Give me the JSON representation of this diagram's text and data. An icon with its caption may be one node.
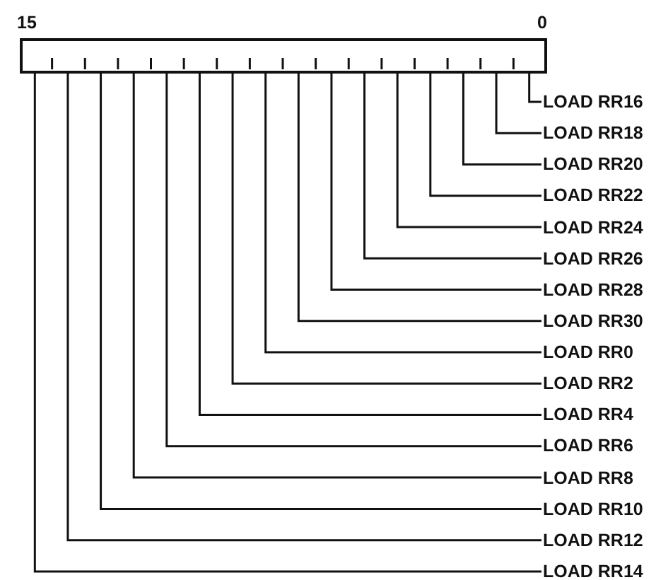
{
  "diagram": {
    "nodes": [
      {
        "text": [],
        "shape": "bar",
        "beside": [
          "15",
          "0"
        ]
      },
      {
        "text": [
          "LOAD RR16"
        ]
      },
      {
        "text": [
          "LOAD RR18"
        ]
      },
      {
        "text": [
          "LOAD RR20"
        ]
      },
      {
        "text": [
          "LOAD RR22"
        ]
      },
      {
        "text": [
          "LOAD RR24"
        ]
      },
      {
        "text": [
          "LOAD RR26"
        ]
      },
      {
        "text": [
          "LOAD RR28"
        ]
      },
      {
        "text": [
          "LOAD RR30"
        ]
      },
      {
        "text": [
          "LOAD RR0"
        ]
      },
      {
        "text": [
          "LOAD RR2"
        ]
      },
      {
        "text": [
          "LOAD RR4"
        ]
      },
      {
        "text": [
          "LOAD RR6"
        ]
      },
      {
        "text": [
          "LOAD RR8"
        ]
      },
      {
        "text": [
          "LOAD RR10"
        ]
      },
      {
        "text": [
          "LOAD RR12"
        ]
      },
      {
        "text": [
          "LOAD RR14"
        ]
      }
    ],
    "edges": [
      {
        "from": 0,
        "to": 1,
        "arrow": "none"
      },
      {
        "from": 0,
        "to": 2,
        "arrow": "none"
      },
      {
        "from": 0,
        "to": 3,
        "arrow": "none"
      },
      {
        "from": 0,
        "to": 4,
        "arrow": "none"
      },
      {
        "from": 0,
        "to": 5,
        "arrow": "none"
      },
      {
        "from": 0,
        "to": 6,
        "arrow": "none"
      },
      {
        "from": 0,
        "to": 7,
        "arrow": "none"
      },
      {
        "from": 0,
        "to": 8,
        "arrow": "none"
      },
      {
        "from": 0,
        "to": 9,
        "arrow": "none"
      },
      {
        "from": 0,
        "to": 10,
        "arrow": "none"
      },
      {
        "from": 0,
        "to": 11,
        "arrow": "none"
      },
      {
        "from": 0,
        "to": 12,
        "arrow": "none"
      },
      {
        "from": 0,
        "to": 13,
        "arrow": "none"
      },
      {
        "from": 0,
        "to": 14,
        "arrow": "none"
      },
      {
        "from": 0,
        "to": 15,
        "arrow": "none"
      },
      {
        "from": 0,
        "to": 16,
        "arrow": "none"
      }
    ]
  }
}
